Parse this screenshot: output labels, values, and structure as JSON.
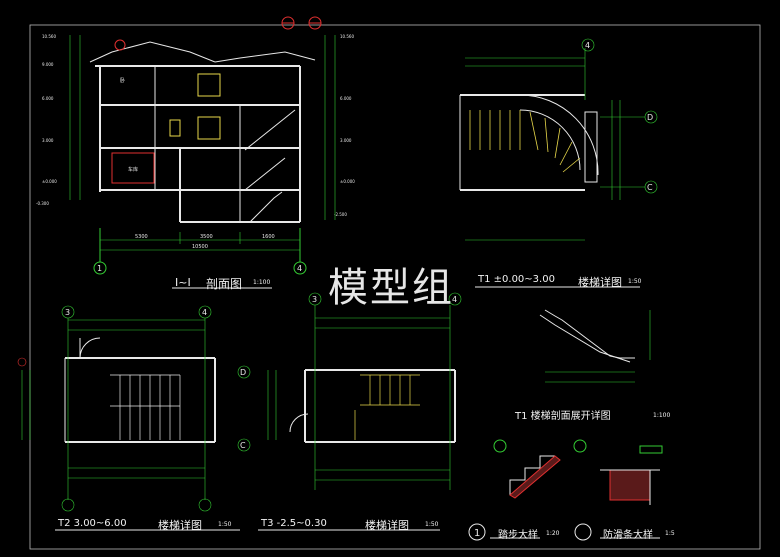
{
  "watermark": "模型组",
  "section": {
    "title_a": "I~I",
    "title_b": "剖面图",
    "scale": "1:100",
    "dims_total": "10500",
    "dims_parts": [
      "5300",
      "3500",
      "1600"
    ],
    "axis_left": "1",
    "axis_right": "4",
    "room_a": "卧",
    "room_b": "车库"
  },
  "t1": {
    "title": "T1 ±0.00~3.00",
    "name": "楼梯详图",
    "scale": "1:50",
    "axes": [
      "4",
      "D",
      "C"
    ]
  },
  "t1_section": {
    "title": "T1  楼梯剖面展开详图",
    "scale": "1:100"
  },
  "t2": {
    "title": "T2  3.00~6.00",
    "name": "楼梯详图",
    "scale": "1:50",
    "axes": [
      "3",
      "4",
      "D",
      "C"
    ]
  },
  "t3": {
    "title": "T3  -2.5~0.30",
    "name": "楼梯详图",
    "scale": "1:50",
    "axes": [
      "3",
      "4"
    ]
  },
  "detail1": {
    "num": "1",
    "name": "踏步大样",
    "scale": "1:20"
  },
  "detail2": {
    "name": "防滑条大样",
    "scale": "1:5"
  },
  "colors": {
    "line": "#e8e8e8",
    "dim": "#33cc33",
    "axis": "#33cc33",
    "red": "#e03030",
    "yellow": "#e8d84a",
    "cyan": "#38c8d8",
    "magenta": "#d040d0"
  }
}
